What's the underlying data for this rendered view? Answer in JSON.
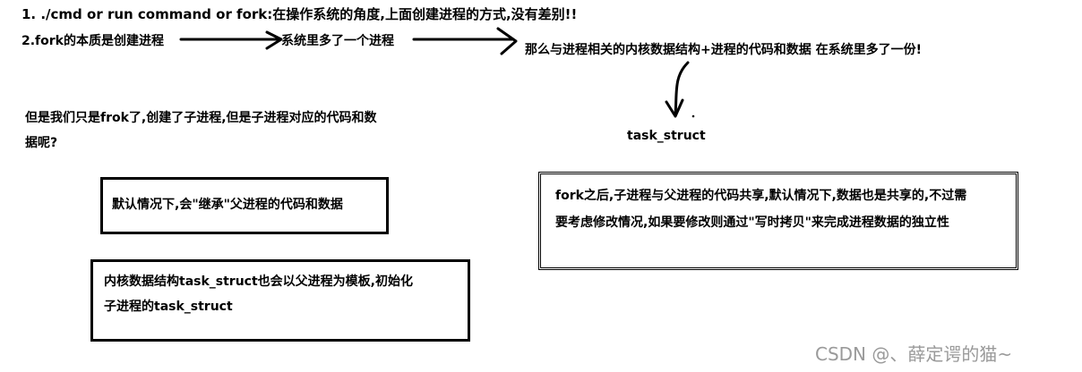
{
  "lines": {
    "line1": "1. ./cmd or run command or fork:在操作系统的角度,上面创建进程的方式,没有差别!!",
    "line2_a": "2.fork的本质是创建进程",
    "line2_b": "系统里多了一个进程",
    "line2_c": "那么与进程相关的内核数据结构+进程的代码和数据 在系统里多了一份!"
  },
  "task_struct_label": "task_struct",
  "question": {
    "line1": "但是我们只是frok了,创建了子进程,但是子进程对应的代码和数",
    "line2": "据呢?"
  },
  "boxes": {
    "inherit": "默认情况下,会\"继承\"父进程的代码和数据",
    "kernel_line1": "内核数据结构task_struct也会以父进程为模板,初始化",
    "kernel_line2": "子进程的task_struct",
    "cow_line1": "fork之后,子进程与父进程的代码共享,默认情况下,数据也是共享的,不过需",
    "cow_line2": "要考虑修改情况,如果要修改则通过\"写时拷贝\"来完成进程数据的独立性"
  },
  "watermark": "CSDN @、薛定谔的猫~",
  "colors": {
    "ink": "#000000",
    "watermark": "#9a9a9a",
    "background": "#ffffff"
  }
}
